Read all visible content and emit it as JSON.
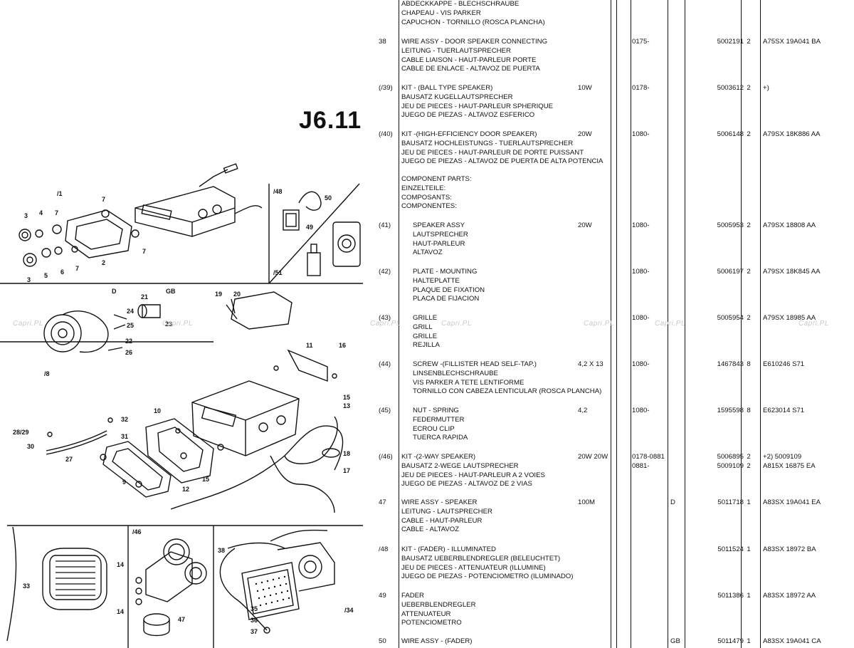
{
  "page": {
    "sheet_number": "J6.11"
  },
  "watermark": "Capri.PL",
  "diagram": {
    "panel_labels": {
      "p1": "/1",
      "p8": "/8",
      "p46": "/46",
      "p48": "/48",
      "p51": "/51",
      "d": "D",
      "gb": "GB"
    },
    "callouts": [
      "3",
      "4",
      "5",
      "6",
      "7",
      "7",
      "7",
      "2",
      "3",
      "7",
      "50",
      "49",
      "21",
      "23",
      "24",
      "25",
      "22",
      "26",
      "19",
      "20",
      "11",
      "16",
      "15",
      "13",
      "32",
      "31",
      "28/29",
      "30",
      "27",
      "10",
      "9",
      "12",
      "15",
      "18",
      "17",
      "33",
      "14",
      "14",
      "47",
      "38",
      "35",
      "36",
      "37",
      "/34"
    ]
  },
  "rows": [
    {
      "ref": "",
      "desc": "ABDECKKAPPE - BLECHSCHRAUBE\nCHAPEAU - VIS PARKER\nCAPUCHON - TORNILLO (ROSCA PLANCHA)",
      "spec": "",
      "date": "",
      "mkt": "",
      "part": "",
      "qty": "",
      "eng": ""
    },
    {
      "ref": "38",
      "desc": "WIRE ASSY - DOOR SPEAKER CONNECTING\nLEITUNG - TUERLAUTSPRECHER\nCABLE LIAISON - HAUT-PARLEUR PORTE\nCABLE DE ENLACE - ALTAVOZ DE PUERTA",
      "spec": "",
      "date": "0175-",
      "mkt": "",
      "part": "5002191",
      "qty": "2",
      "eng": "A75SX 19A041 BA"
    },
    {
      "ref": "(/39)",
      "desc": "KIT - (BALL TYPE SPEAKER)\nBAUSATZ KUGELLAUTSPRECHER\nJEU DE PIECES - HAUT-PARLEUR SPHERIQUE\nJUEGO DE PIEZAS - ALTAVOZ ESFERICO",
      "spec": "10W",
      "date": "0178-",
      "mkt": "",
      "part": "5003612",
      "qty": "2",
      "eng": "+)"
    },
    {
      "ref": "(/40)",
      "desc": "KIT -(HIGH-EFFICIENCY DOOR SPEAKER)\nBAUSATZ HOCHLEISTUNGS - TUERLAUTSPRECHER\nJEU DE PIECES - HAUT-PARLEUR DE PORTE PUISSANT\nJUEGO DE PIEZAS - ALTAVOZ DE PUERTA DE ALTA POTENCIA",
      "spec": "20W",
      "date": "1080-",
      "mkt": "",
      "part": "5006148",
      "qty": "2",
      "eng": "A79SX 18K886 AA"
    },
    {
      "ref": "",
      "desc": "COMPONENT PARTS:\nEINZELTEILE:\nCOMPOSANTS:\nCOMPONENTES:",
      "spec": "",
      "date": "",
      "mkt": "",
      "part": "",
      "qty": "",
      "eng": ""
    },
    {
      "ref": "(41)",
      "indent": true,
      "desc": "SPEAKER ASSY\nLAUTSPRECHER\nHAUT-PARLEUR\nALTAVOZ",
      "spec": "20W",
      "date": "1080-",
      "mkt": "",
      "part": "5005953",
      "qty": "2",
      "eng": "A79SX 18808 AA"
    },
    {
      "ref": "(42)",
      "indent": true,
      "desc": "PLATE - MOUNTING\nHALTEPLATTE\nPLAQUE DE FIXATION\nPLACA DE FIJACION",
      "spec": "",
      "date": "1080-",
      "mkt": "",
      "part": "5006197",
      "qty": "2",
      "eng": "A79SX 18K845 AA"
    },
    {
      "ref": "(43)",
      "indent": true,
      "desc": "GRILLE\nGRILL\nGRILLE\nREJILLA",
      "spec": "",
      "date": "1080-",
      "mkt": "",
      "part": "5005954",
      "qty": "2",
      "eng": "A79SX 18985 AA"
    },
    {
      "ref": "(44)",
      "indent": true,
      "desc": "SCREW -(FILLISTER HEAD SELF-TAP.)\nLINSENBLECHSCHRAUBE\nVIS PARKER A TETE LENTIFORME\nTORNILLO CON CABEZA LENTICULAR (ROSCA PLANCHA)",
      "spec": "4,2 X 13",
      "date": "1080-",
      "mkt": "",
      "part": "1467843",
      "qty": "8",
      "eng": "E610246 S71"
    },
    {
      "ref": "(45)",
      "indent": true,
      "desc": "NUT - SPRING\nFEDERMUTTER\nECROU CLIP\nTUERCA RAPIDA",
      "spec": "4,2",
      "date": "1080-",
      "mkt": "",
      "part": "1595598",
      "qty": "8",
      "eng": "E623014 S71"
    },
    {
      "ref": "(/46)",
      "desc": "KIT -(2-WAY SPEAKER)\nBAUSATZ 2-WEGE LAUTSPRECHER\nJEU DE PIECES - HAUT-PARLEUR A 2 VOIES\nJUEGO DE PIEZAS - ALTAVOZ DE 2 VIAS",
      "spec": "20W\n20W",
      "date": "0178-0881\n0881-",
      "mkt": "",
      "part": "5006895\n5009109",
      "qty": "2\n2",
      "eng": "+2) 5009109\nA815X 16875 EA"
    },
    {
      "ref": "47",
      "desc": "WIRE ASSY - SPEAKER\nLEITUNG - LAUTSPRECHER\nCABLE - HAUT-PARLEUR\nCABLE - ALTAVOZ",
      "spec": "100M",
      "date": "",
      "mkt": "D",
      "part": "5011718",
      "qty": "1",
      "eng": "A83SX 19A041 EA"
    },
    {
      "ref": "/48",
      "desc": "KIT - (FADER) - ILLUMINATED\nBAUSATZ UEBERBLENDREGLER (BELEUCHTET)\nJEU DE PIECES - ATTENUATEUR (ILLUMINE)\nJUEGO DE PIEZAS - POTENCIOMETRO (ILUMINADO)",
      "spec": "",
      "date": "",
      "mkt": "",
      "part": "5011524",
      "qty": "1",
      "eng": "A83SX 18972 BA"
    },
    {
      "ref": "49",
      "desc": "FADER\nUEBERBLENDREGLER\nATTENUATEUR\nPOTENCIOMETRO",
      "spec": "",
      "date": "",
      "mkt": "",
      "part": "5011386",
      "qty": "1",
      "eng": "A83SX 18972 AA"
    },
    {
      "ref": "50",
      "desc": "WIRE ASSY - (FADER)",
      "spec": "",
      "date": "",
      "mkt": "GB",
      "part": "5011479",
      "qty": "1",
      "eng": "A83SX 19A041 CA"
    }
  ]
}
